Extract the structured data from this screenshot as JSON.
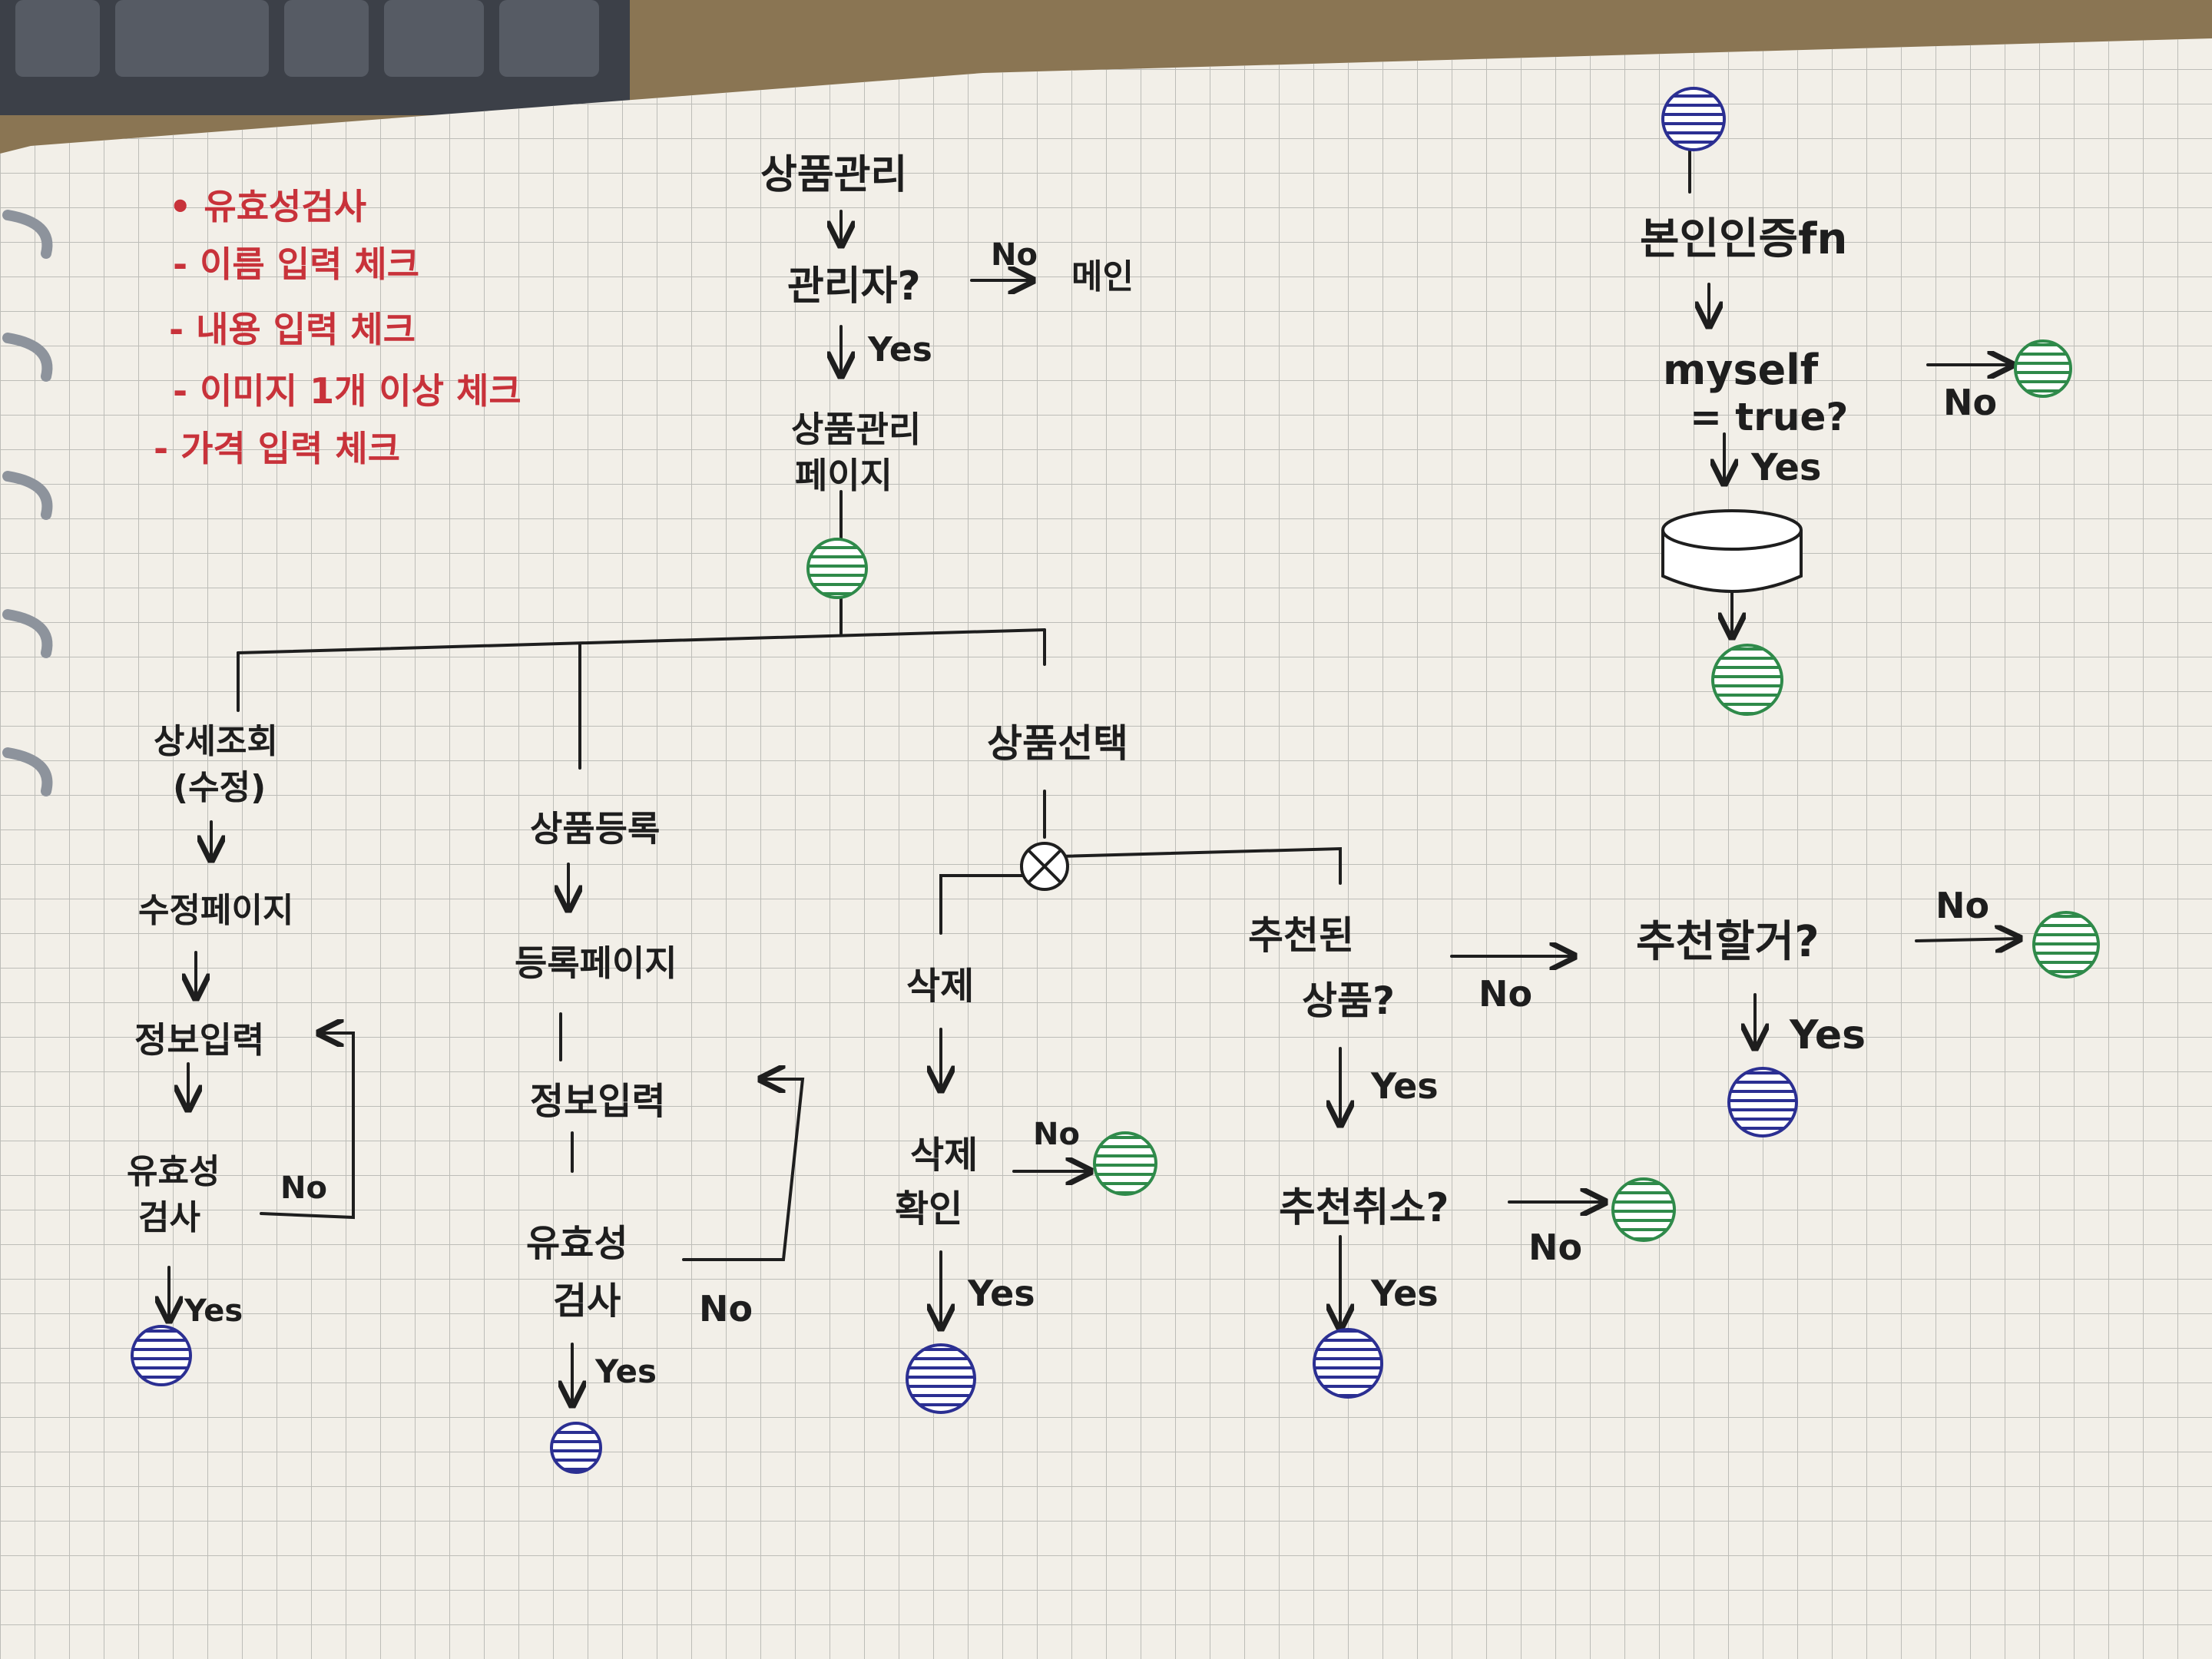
{
  "notes": [
    "• 유효성검사",
    "- 이름 입력 체크",
    "- 내용 입력 체크",
    "- 이미지 1개 이상 체크",
    "- 가격 입력 체크"
  ],
  "flow": {
    "start": "상품관리",
    "admin_check": "관리자?",
    "admin_no_label": "No",
    "admin_no_target": "메인",
    "admin_yes_label": "Yes",
    "manage_page_line1": "상품관리",
    "manage_page_line2": "페이지",
    "detail_line1": "상세조회",
    "detail_line2": "(수정)",
    "edit_page": "수정페이지",
    "detail_input": "정보입력",
    "detail_valid_line1": "유효성",
    "detail_valid_line2": "검사",
    "detail_no": "No",
    "detail_yes": "Yes",
    "register": "상품등록",
    "register_page": "등록페이지",
    "register_input": "정보입력",
    "register_valid_line1": "유효성",
    "register_valid_line2": "검사",
    "register_no": "No",
    "register_yes": "Yes",
    "select": "상품선택",
    "delete": "삭제",
    "delete_confirm_line1": "삭제",
    "delete_confirm_line2": "확인",
    "delete_no": "No",
    "delete_yes": "Yes",
    "recommended_line1": "추천된",
    "recommended_line2": "상품?",
    "recommended_no": "No",
    "recommended_yes": "Yes",
    "cancel_recommend": "추천취소?",
    "cancel_no": "No",
    "cancel_yes": "Yes",
    "do_recommend": "추천할거?",
    "do_recommend_no": "No",
    "do_recommend_yes": "Yes"
  },
  "auth": {
    "fn": "본인인증fn",
    "myself_line1": "myself",
    "myself_line2": "= true?",
    "no": "No",
    "yes": "Yes"
  },
  "colors": {
    "paper": "#f2efe8",
    "grid": "#bdbdb8",
    "ink": "#1e1e1e",
    "red_ink": "#c8323a",
    "green_end": "#2f8a4a",
    "blue_end": "#2b2f92"
  }
}
